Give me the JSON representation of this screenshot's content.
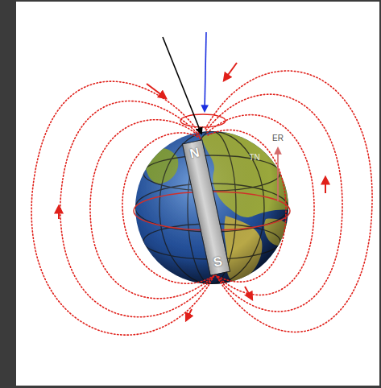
{
  "diagram": {
    "nodes": [
      {
        "text": [
          "N",
          "S"
        ]
      }
    ],
    "labels": [
      "TN",
      "ER"
    ]
  }
}
